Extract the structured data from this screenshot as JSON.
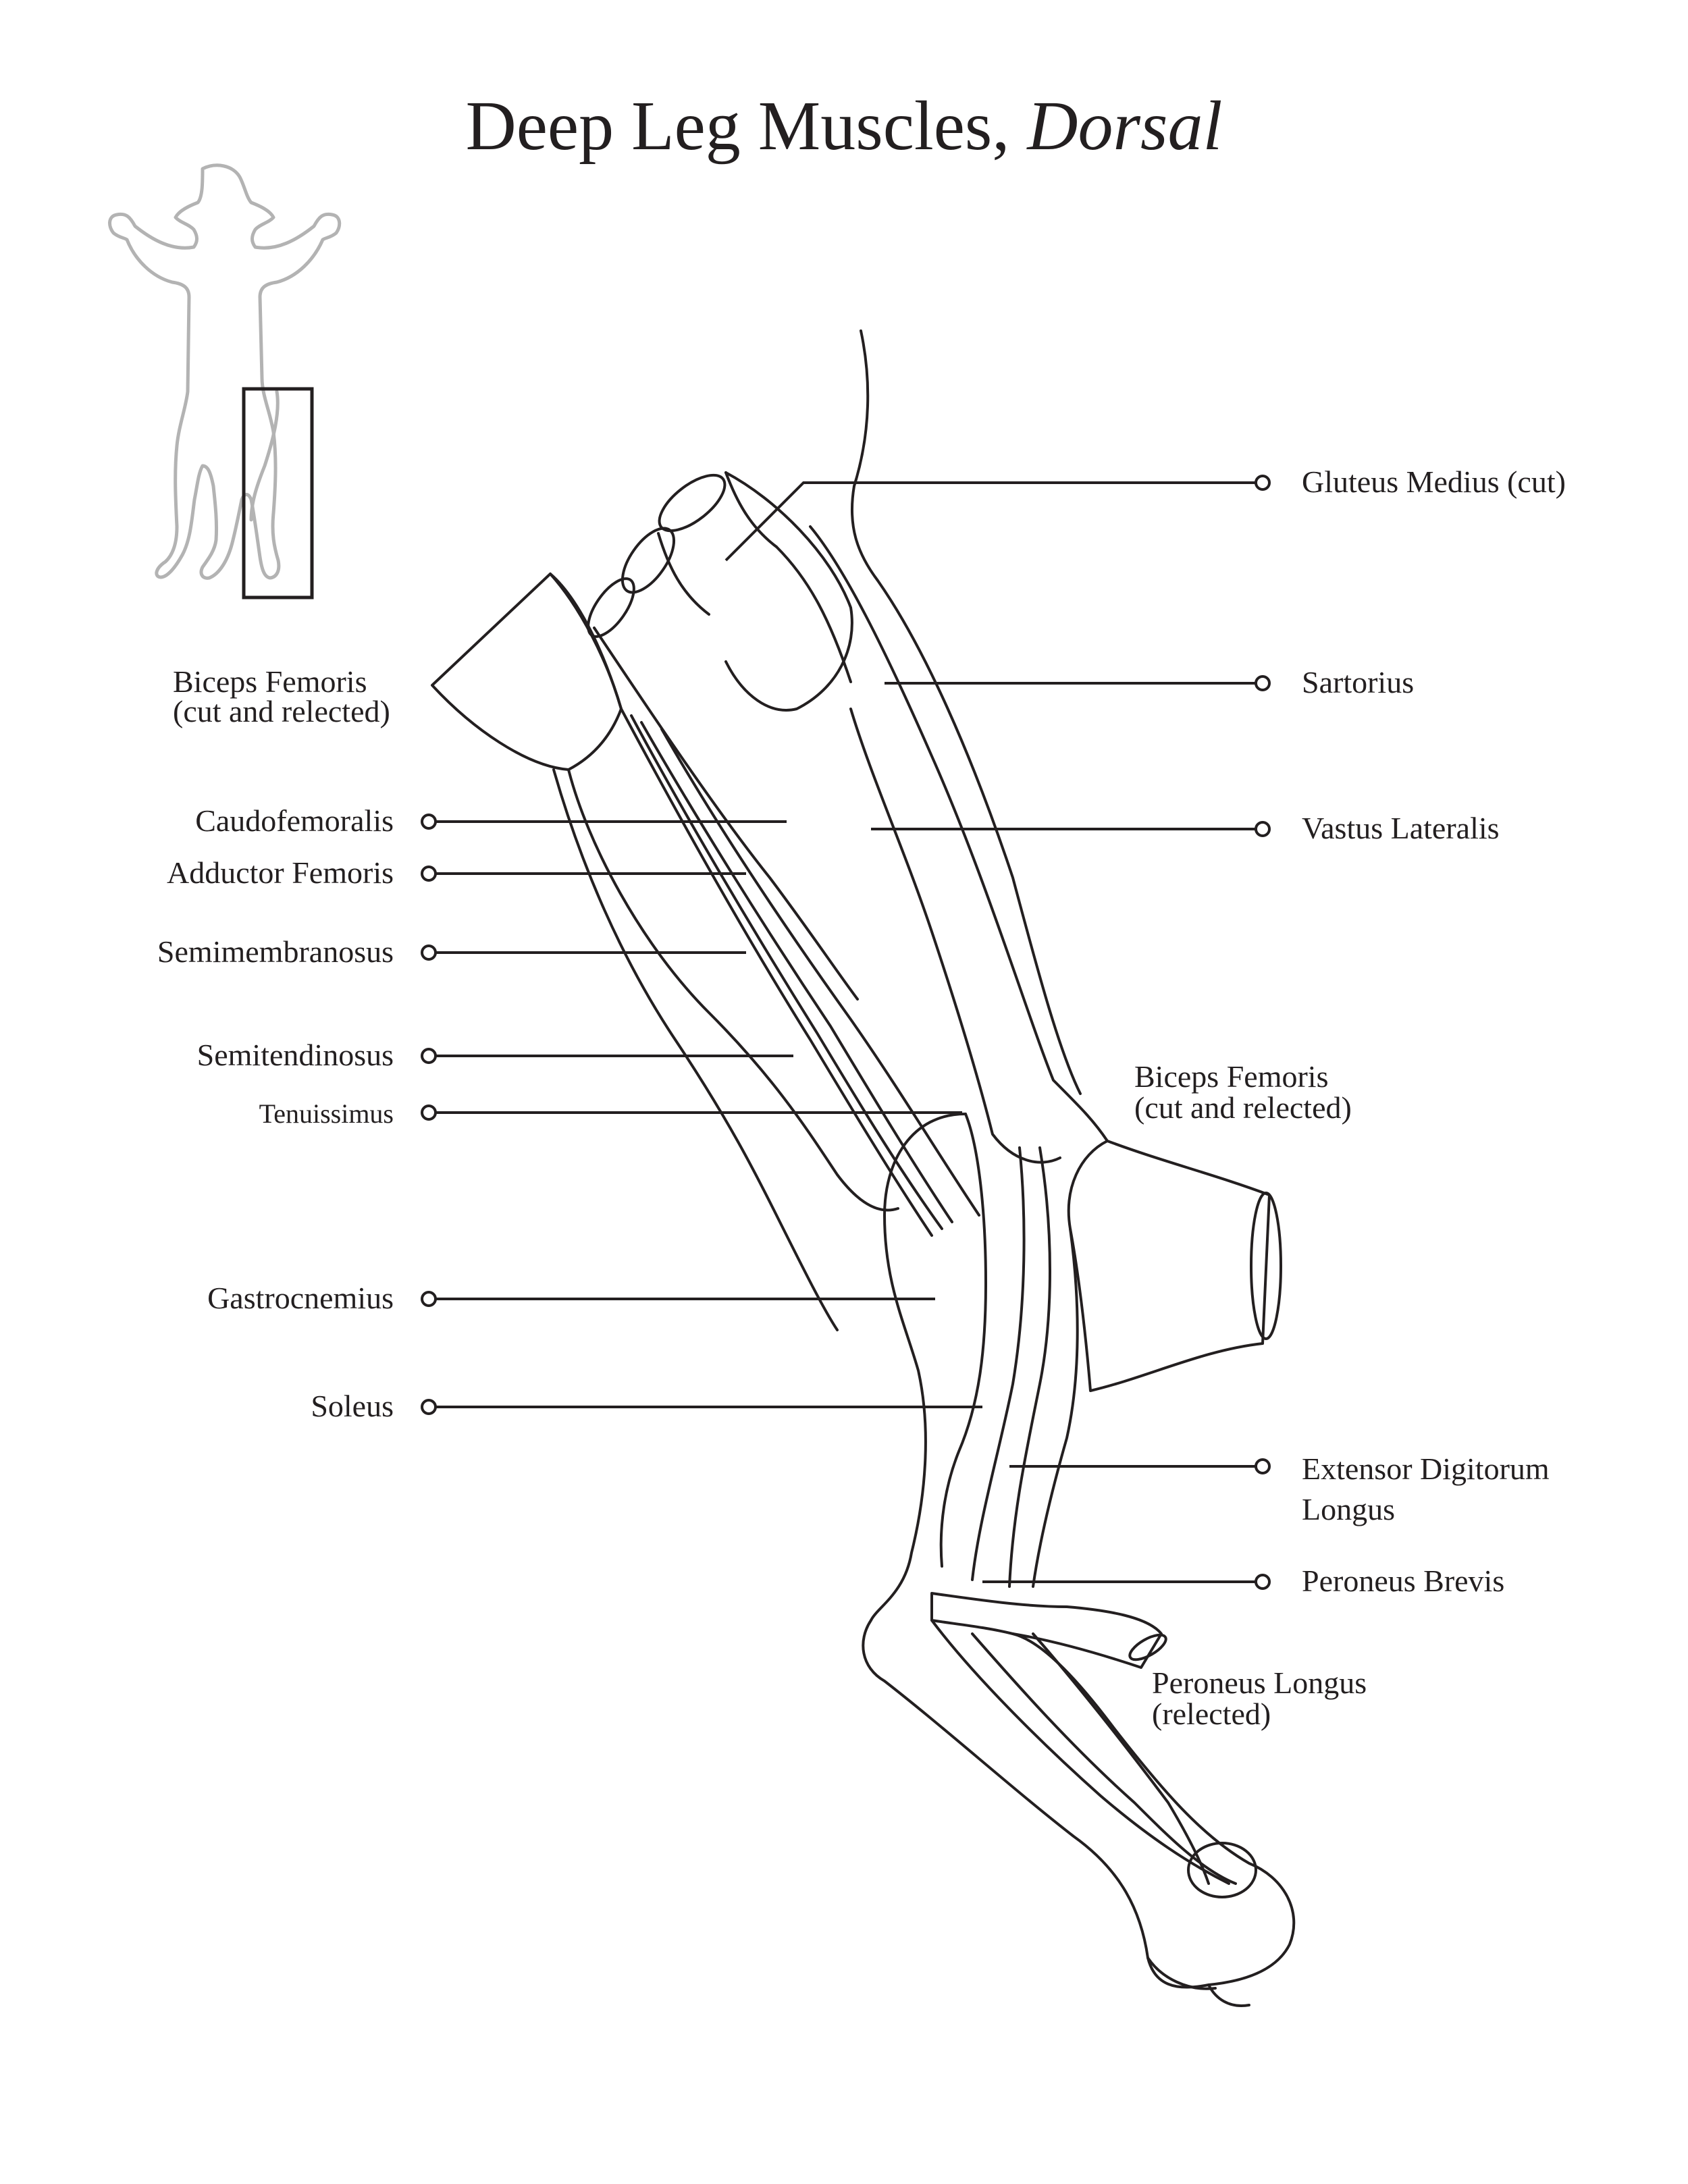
{
  "title": {
    "main": "Deep Leg Muscles, ",
    "italic": "Dorsal"
  },
  "labels": {
    "gluteus_medius": "Gluteus Medius (cut)",
    "sartorius": "Sartorius",
    "vastus_lateralis": "Vastus Lateralis",
    "biceps_femoris_upper_1": "Biceps Femoris",
    "biceps_femoris_upper_2": "(cut and relected)",
    "biceps_femoris_lower_1": "Biceps Femoris",
    "biceps_femoris_lower_2": "(cut and relected)",
    "caudofemoralis": "Caudofemoralis",
    "adductor_femoris": "Adductor Femoris",
    "semimembranosus": "Semimembranosus",
    "semitendinosus": "Semitendinosus",
    "tenuissimus": "Tenuissimus",
    "gastrocnemius": "Gastrocnemius",
    "soleus": "Soleus",
    "extensor_digitorum_1": "Extensor Digitorum",
    "extensor_digitorum_2": "Longus",
    "peroneus_brevis": "Peroneus Brevis",
    "peroneus_longus_1": "Peroneus Longus",
    "peroneus_longus_2": "(relected)"
  },
  "colors": {
    "ink": "#231f20",
    "silhouette": "#b3b3b3"
  }
}
